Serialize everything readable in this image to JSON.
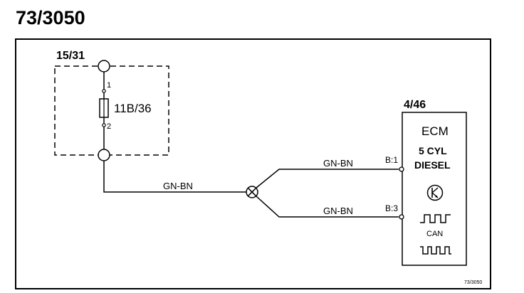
{
  "diagram": {
    "title": "73/3050",
    "corner_ref": "73/3050",
    "fuse_box": {
      "ref": "15/31",
      "fuse_label": "11B/36",
      "pin_top": "1",
      "pin_bottom": "2"
    },
    "ecm": {
      "ref": "4/46",
      "name": "ECM",
      "line1": "5 CYL",
      "line2": "DIESEL",
      "can_label": "CAN",
      "pin_upper": "B:1",
      "pin_lower": "B:3"
    },
    "wires": {
      "main": "GN-BN",
      "upper": "GN-BN",
      "lower": "GN-BN"
    },
    "colors": {
      "ink": "#000000",
      "background": "#ffffff"
    }
  }
}
